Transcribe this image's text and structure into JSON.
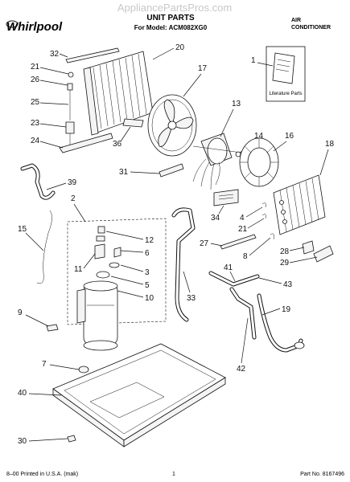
{
  "watermark": "AppliancePartsPros.com",
  "header": {
    "brand": "Whirlpool",
    "sheet_title": "UNIT PARTS",
    "model_label": "For Model: ACM082XG0",
    "category_line1": "AIR",
    "category_line2": "CONDITIONER"
  },
  "literature": {
    "number": "1",
    "label": "Literature Parts"
  },
  "callouts": {
    "c1": "1",
    "c2": "2",
    "c3": "3",
    "c4": "4",
    "c5": "5",
    "c6": "6",
    "c7": "7",
    "c8": "8",
    "c9": "9",
    "c10": "10",
    "c11": "11",
    "c12": "12",
    "c13": "13",
    "c14": "14",
    "c15": "15",
    "c16": "16",
    "c17": "17",
    "c18": "18",
    "c19": "19",
    "c20": "20",
    "c21a": "21",
    "c21b": "21",
    "c23": "23",
    "c24": "24",
    "c25": "25",
    "c26": "26",
    "c27": "27",
    "c28": "28",
    "c29": "29",
    "c30": "30",
    "c31": "31",
    "c32": "32",
    "c33": "33",
    "c34": "34",
    "c36": "36",
    "c39": "39",
    "c40": "40",
    "c41": "41",
    "c42": "42",
    "c43": "43"
  },
  "footer": {
    "print_info": "8–00 Printed in U.S.A. (mak)",
    "page_number": "1",
    "part_no": "Part No. 8167496"
  }
}
